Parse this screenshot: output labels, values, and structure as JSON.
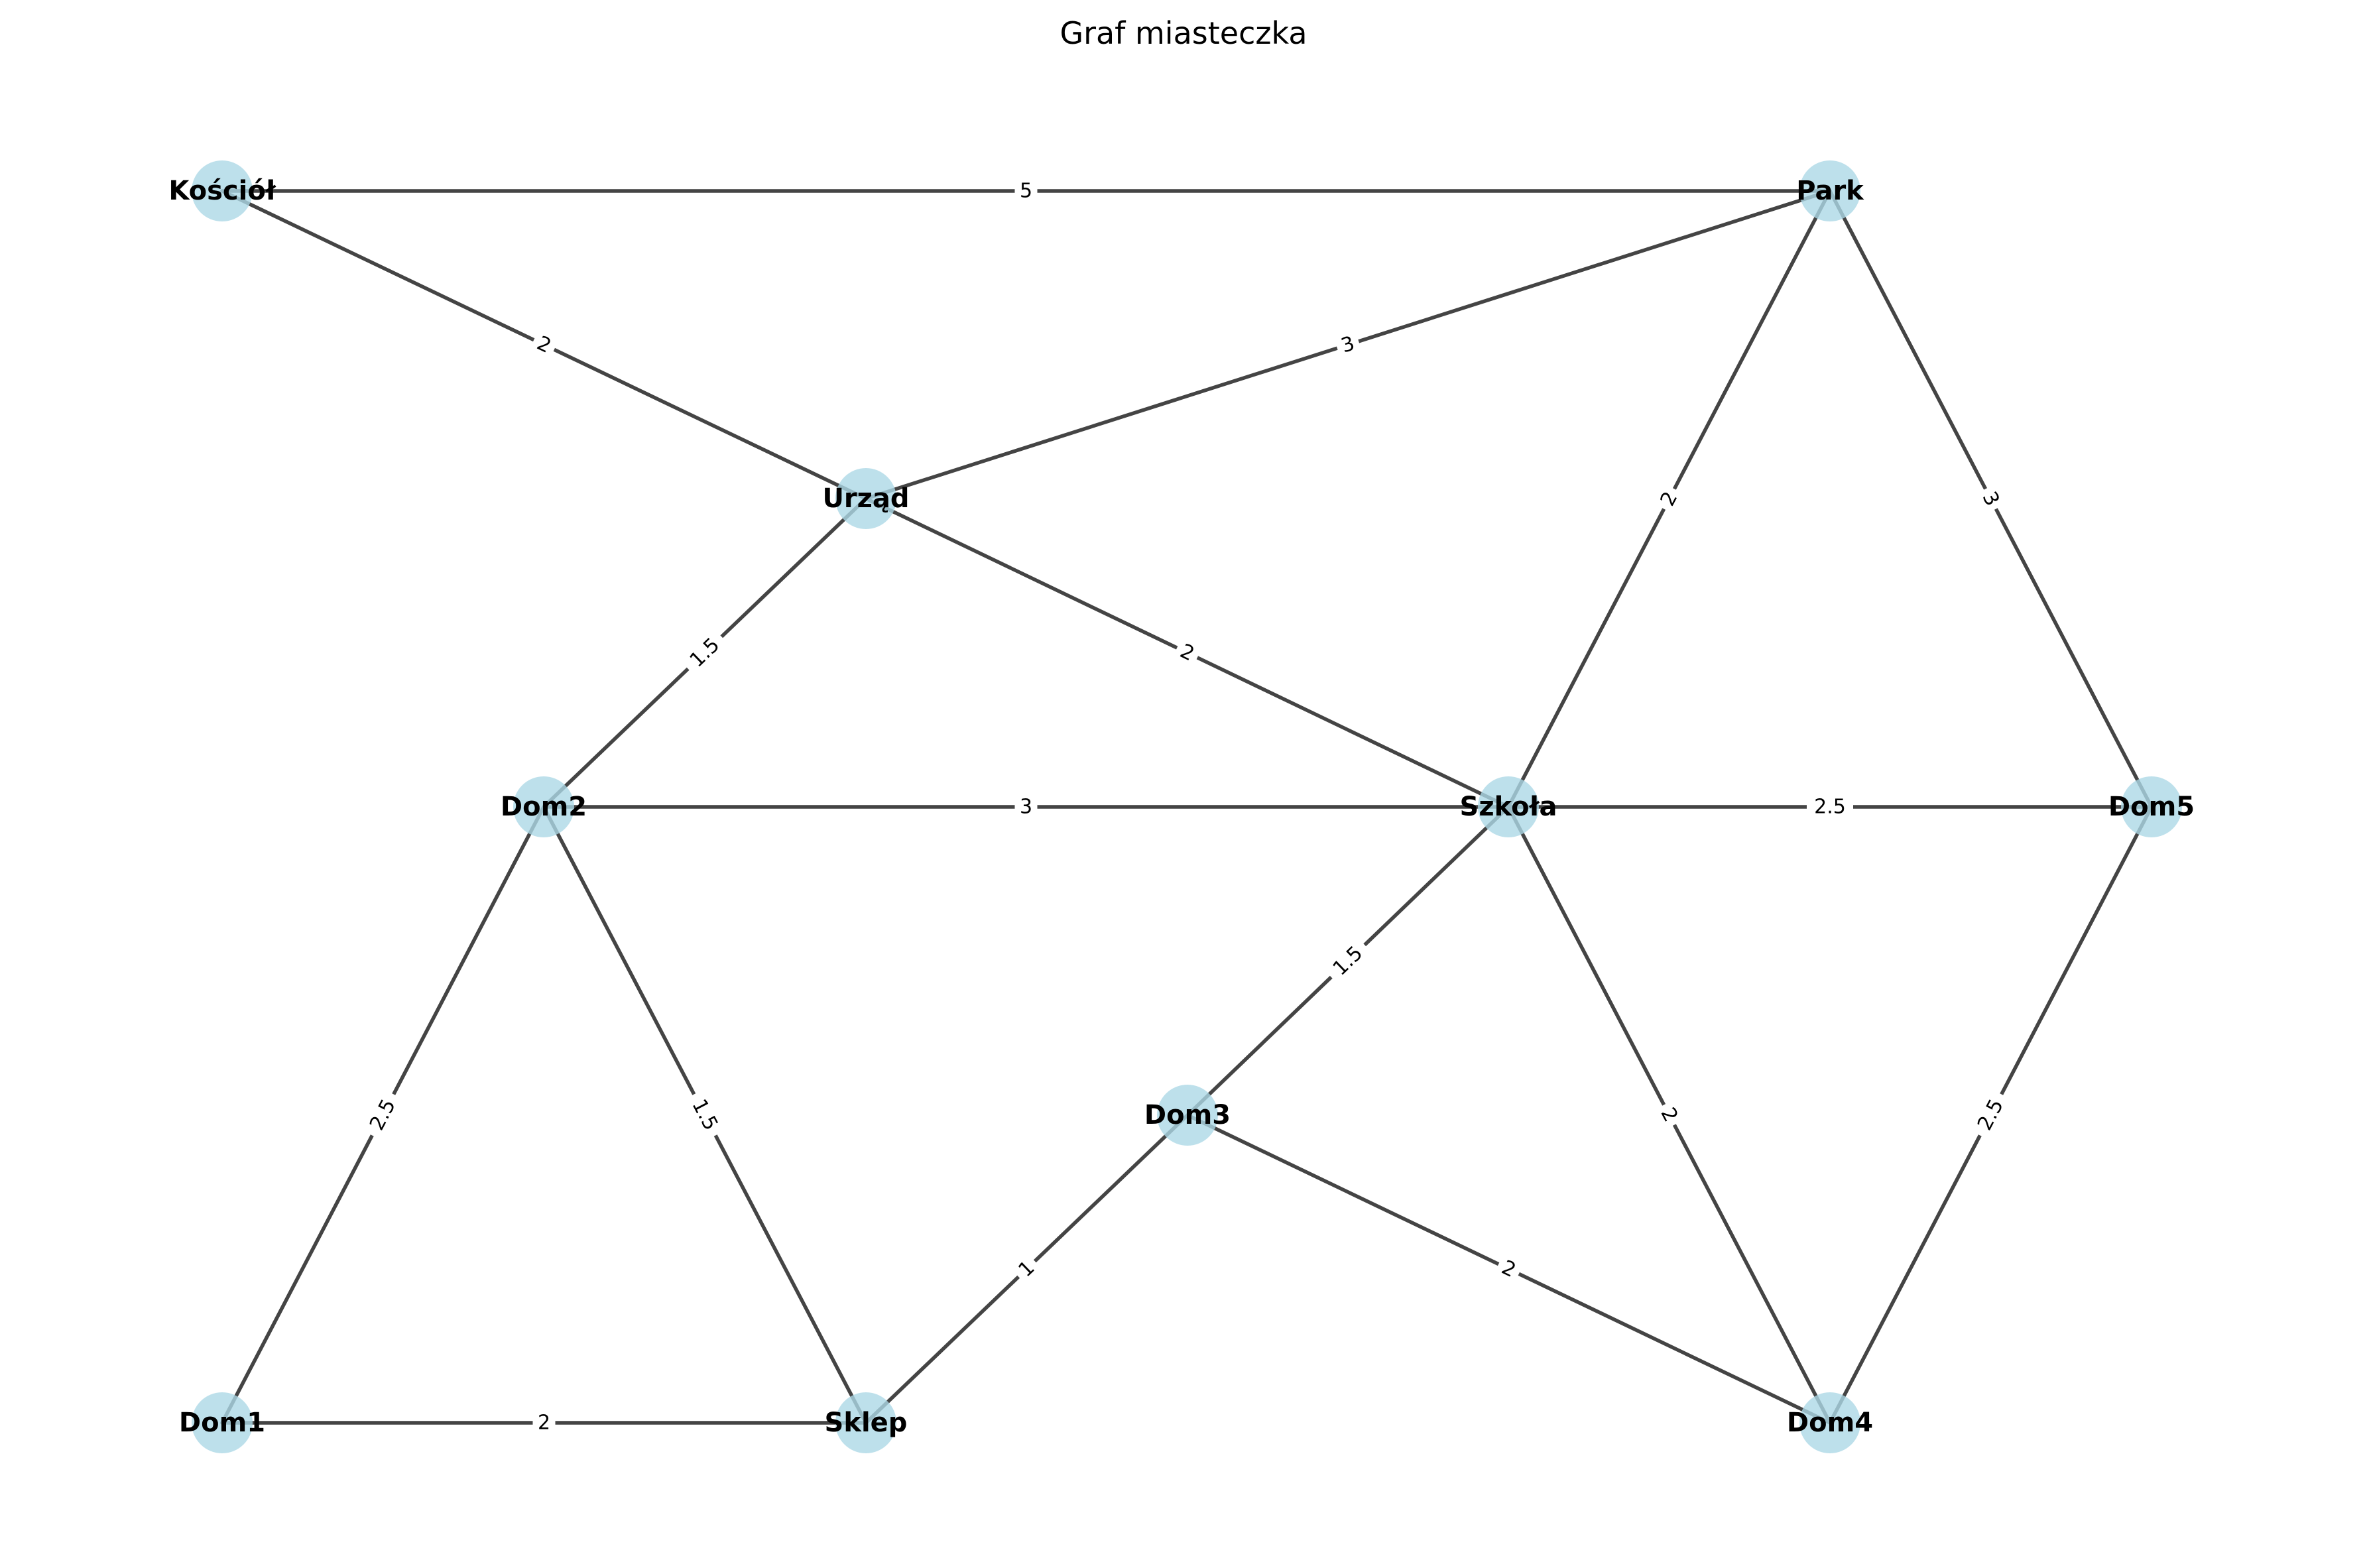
{
  "title": "Graf miasteczka",
  "colors": {
    "node_fill": "#add8e6",
    "edge": "#444444",
    "label": "#000000",
    "background": "#ffffff"
  },
  "nodes": [
    {
      "id": "Kosciol",
      "label": "Kościół"
    },
    {
      "id": "Park",
      "label": "Park"
    },
    {
      "id": "Urzad",
      "label": "Urząd"
    },
    {
      "id": "Dom2",
      "label": "Dom2"
    },
    {
      "id": "Szkola",
      "label": "Szkoła"
    },
    {
      "id": "Dom5",
      "label": "Dom5"
    },
    {
      "id": "Dom3",
      "label": "Dom3"
    },
    {
      "id": "Dom1",
      "label": "Dom1"
    },
    {
      "id": "Sklep",
      "label": "Sklep"
    },
    {
      "id": "Dom4",
      "label": "Dom4"
    }
  ],
  "edges": [
    {
      "source": "Kosciol",
      "target": "Park",
      "weight": "5"
    },
    {
      "source": "Kosciol",
      "target": "Urzad",
      "weight": "2"
    },
    {
      "source": "Park",
      "target": "Urzad",
      "weight": "3"
    },
    {
      "source": "Park",
      "target": "Szkola",
      "weight": "2"
    },
    {
      "source": "Park",
      "target": "Dom5",
      "weight": "3"
    },
    {
      "source": "Urzad",
      "target": "Dom2",
      "weight": "1.5"
    },
    {
      "source": "Urzad",
      "target": "Szkola",
      "weight": "2"
    },
    {
      "source": "Dom2",
      "target": "Szkola",
      "weight": "3"
    },
    {
      "source": "Dom2",
      "target": "Dom1",
      "weight": "2.5"
    },
    {
      "source": "Dom2",
      "target": "Sklep",
      "weight": "1.5"
    },
    {
      "source": "Szkola",
      "target": "Dom5",
      "weight": "2.5"
    },
    {
      "source": "Szkola",
      "target": "Dom3",
      "weight": "1.5"
    },
    {
      "source": "Szkola",
      "target": "Dom4",
      "weight": "2"
    },
    {
      "source": "Dom5",
      "target": "Dom4",
      "weight": "2.5"
    },
    {
      "source": "Dom3",
      "target": "Sklep",
      "weight": "1"
    },
    {
      "source": "Dom3",
      "target": "Dom4",
      "weight": "2"
    },
    {
      "source": "Dom1",
      "target": "Sklep",
      "weight": "2"
    }
  ]
}
